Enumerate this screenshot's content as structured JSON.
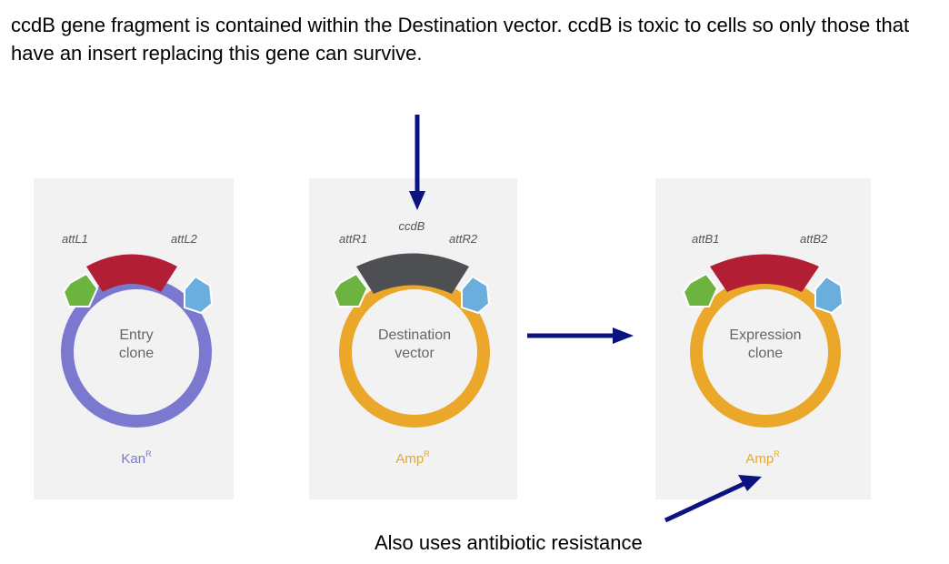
{
  "caption": "ccdB gene fragment is contained within the Destination vector. ccdB is toxic to cells so only those that have an insert replacing this gene can survive.",
  "note": "Also uses antibiotic resistance",
  "colors": {
    "insert_red": "#b21f35",
    "ccdb_gray": "#4d4f53",
    "site_green": "#6db33f",
    "site_blue": "#6aaede",
    "kan_purple": "#7b79cf",
    "amp_orange": "#eaa72a",
    "arrow_navy": "#0b1380",
    "panel_bg": "#f2f2f2"
  },
  "panels": {
    "entry": {
      "left_site": "attL1",
      "right_site": "attL2",
      "name_line1": "Entry",
      "name_line2": "clone",
      "marker": "Kan",
      "marker_sup": "R"
    },
    "destination": {
      "left_site": "attR1",
      "center_gene": "ccdB",
      "right_site": "attR2",
      "name_line1": "Destination",
      "name_line2": "vector",
      "marker": "Amp",
      "marker_sup": "R"
    },
    "expression": {
      "left_site": "attB1",
      "right_site": "attB2",
      "name_line1": "Expression",
      "name_line2": "clone",
      "marker": "Amp",
      "marker_sup": "R"
    }
  }
}
